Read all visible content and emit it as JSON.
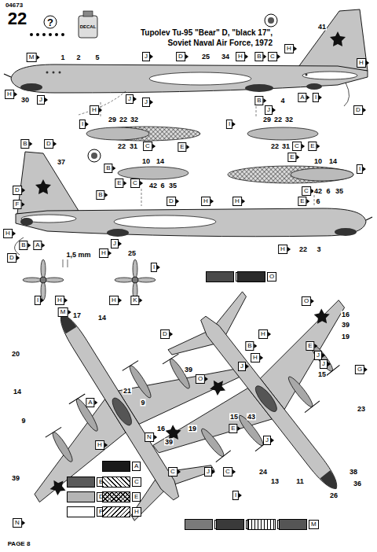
{
  "diagram": {
    "title": "Tupolev Tu-95 \"Bear\" D, \"black 17\", Soviet Naval Air Force, 1972",
    "labels": [
      "04673",
      "22",
      "?",
      "DECAL",
      "PAGE 8",
      "1,5 mm",
      "M",
      "1",
      "2",
      "5",
      "J",
      "D",
      "25",
      "34",
      "H",
      "B",
      "C",
      "H",
      "41",
      "H",
      "H",
      "30",
      "J",
      "J",
      "H",
      "J",
      "B",
      "J",
      "4",
      "A",
      "I",
      "D",
      "I",
      "29",
      "22",
      "32",
      "22",
      "31",
      "C",
      "E",
      "I",
      "29",
      "22",
      "32",
      "22",
      "31",
      "C",
      "E",
      "B",
      "D",
      "37",
      "B",
      "10",
      "14",
      "E",
      "C",
      "42",
      "6",
      "35",
      "E",
      "10",
      "14",
      "I",
      "C",
      "42",
      "6",
      "35",
      "D",
      "F",
      "H",
      "B",
      "A",
      "D",
      "B",
      "J",
      "H",
      "D",
      "H",
      "H",
      "E",
      "6",
      "25",
      "H",
      "22",
      "3",
      "I",
      "H",
      "I",
      "H",
      "K",
      "M",
      "17",
      "14",
      "20",
      "14",
      "9",
      "D",
      "39",
      "21",
      "9",
      "A",
      "H",
      "39",
      "N",
      "O",
      "O",
      "16",
      "39",
      "19",
      "H",
      "B",
      "H",
      "J",
      "E",
      "J",
      "J",
      "G",
      "15",
      "23",
      "16",
      "19",
      "39",
      "N",
      "15",
      "43",
      "E",
      "J",
      "C",
      "J",
      "C",
      "I",
      "24",
      "13",
      "11",
      "38",
      "36",
      "26"
    ],
    "legend": [
      {
        "text": "A",
        "color": "#1a1a1a"
      },
      {
        "text": "B",
        "color": "#5a5a5a"
      },
      {
        "text": "C"
      },
      {
        "text": "D",
        "color": "#b4b4b4"
      },
      {
        "text": "E"
      },
      {
        "text": "F",
        "color": "#ffffff"
      },
      {
        "text": "H"
      },
      {
        "text": "I",
        "color": "#7a7a7a"
      },
      {
        "text": "J",
        "color": "#3a3a3a"
      },
      {
        "text": "K"
      },
      {
        "text": "M",
        "color": "#555555"
      },
      {
        "text": "N",
        "color": "#4a4a4a"
      },
      {
        "text": "O",
        "color": "#2a2a2a"
      }
    ]
  }
}
